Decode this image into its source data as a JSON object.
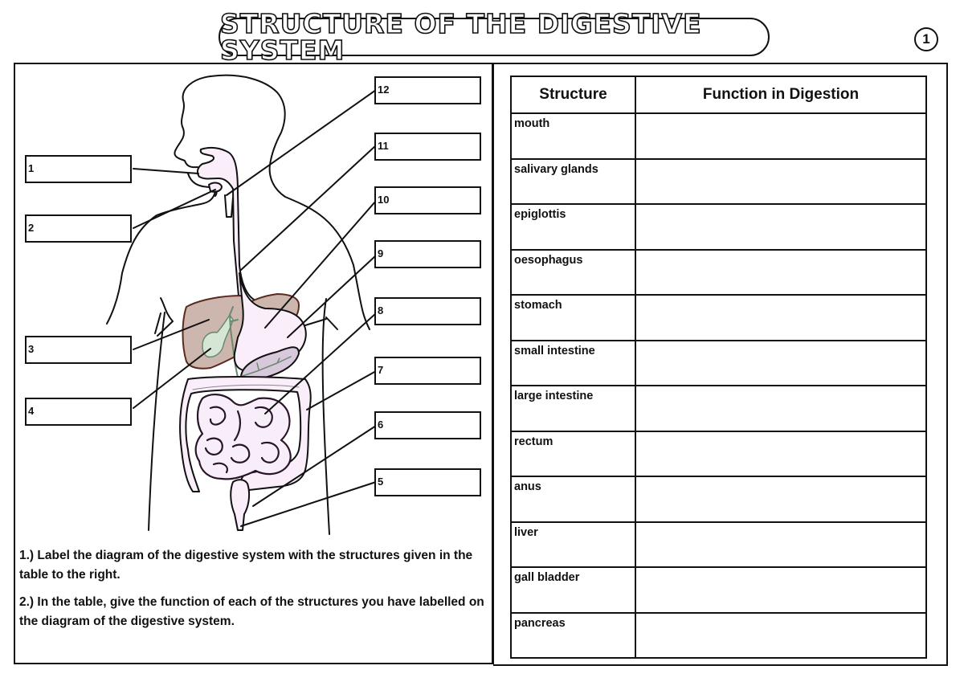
{
  "header": {
    "title": "STRUCTURE OF THE DIGESTIVE SYSTEM",
    "page_number": "1"
  },
  "diagram": {
    "label_boxes": [
      {
        "number": "1",
        "value": ""
      },
      {
        "number": "2",
        "value": ""
      },
      {
        "number": "3",
        "value": ""
      },
      {
        "number": "4",
        "value": ""
      },
      {
        "number": "5",
        "value": ""
      },
      {
        "number": "6",
        "value": ""
      },
      {
        "number": "7",
        "value": ""
      },
      {
        "number": "8",
        "value": ""
      },
      {
        "number": "9",
        "value": ""
      },
      {
        "number": "10",
        "value": ""
      },
      {
        "number": "11",
        "value": ""
      },
      {
        "number": "12",
        "value": ""
      }
    ],
    "colors": {
      "tract_fill": "#fbeefb",
      "liver_fill": "#cdb6ae",
      "liver_stroke": "#5a2a1e",
      "gall_bladder_fill": "#d6e6d6",
      "pancreas_fill": "#d8c8dc",
      "outline": "#111111"
    }
  },
  "instructions": {
    "step1": "1.) Label the diagram of the digestive system with the structures given in the table to the right.",
    "step2": "2.) In the table, give the function of each of the structures you have labelled on the diagram of the digestive system."
  },
  "table": {
    "headers": [
      "Structure",
      "Function in Digestion"
    ],
    "rows": [
      {
        "structure": "mouth",
        "function": ""
      },
      {
        "structure": "salivary glands",
        "function": ""
      },
      {
        "structure": "epiglottis",
        "function": ""
      },
      {
        "structure": "oesophagus",
        "function": ""
      },
      {
        "structure": "stomach",
        "function": ""
      },
      {
        "structure": "small intestine",
        "function": ""
      },
      {
        "structure": "large intestine",
        "function": ""
      },
      {
        "structure": "rectum",
        "function": ""
      },
      {
        "structure": "anus",
        "function": ""
      },
      {
        "structure": "liver",
        "function": ""
      },
      {
        "structure": "gall bladder",
        "function": ""
      },
      {
        "structure": "pancreas",
        "function": ""
      }
    ]
  }
}
